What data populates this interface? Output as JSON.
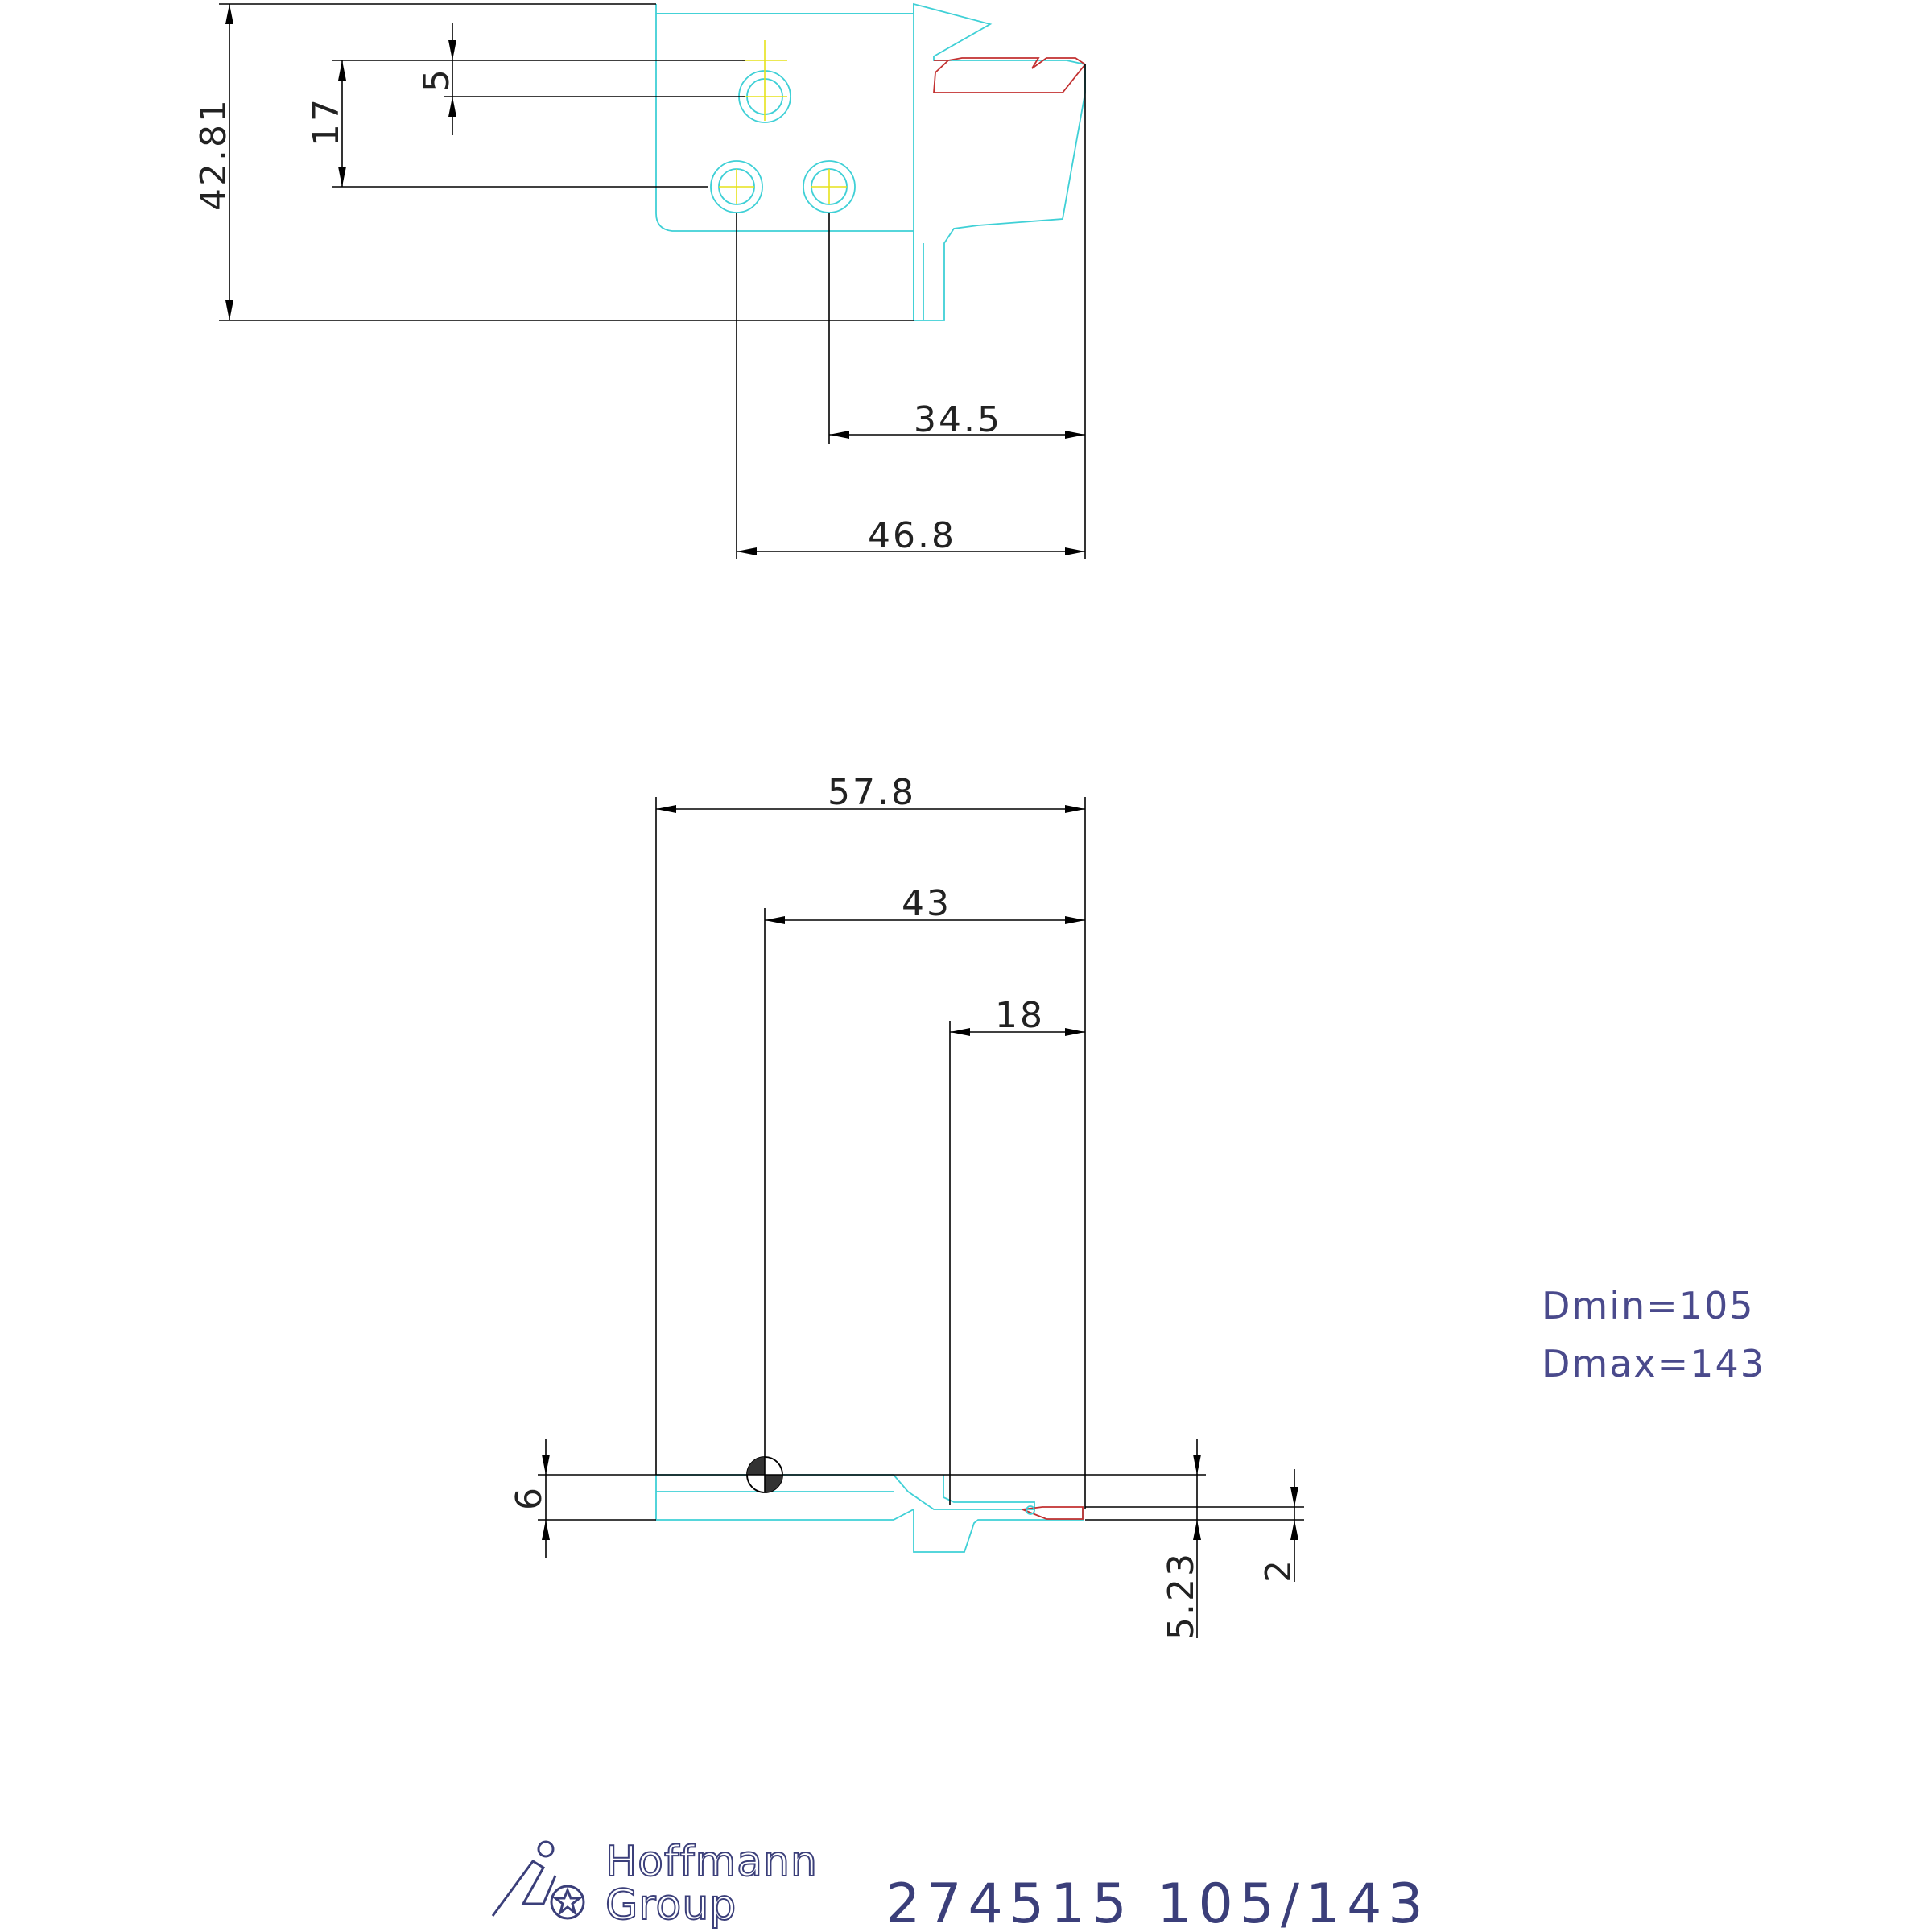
{
  "top_view": {
    "dimensions": {
      "overall_height": "42.81",
      "hole_spacing": "17",
      "hole_offset": "5",
      "hole1_to_tip": "34.5",
      "hole2_to_tip": "46.8"
    }
  },
  "side_view": {
    "dimensions": {
      "overall_length": "57.8",
      "pivot_to_tip": "43",
      "blade_length": "18",
      "shank_height": "6",
      "tip_height": "5.23",
      "insert_width": "2"
    }
  },
  "notes": {
    "dmin": "Dmin=105",
    "dmax": "Dmax=143"
  },
  "title_block": {
    "logo_line1": "Hoffmann",
    "logo_line2": "Group",
    "part_number": "274515 105/143"
  },
  "colors": {
    "part_outline": "#3fd0d6",
    "insert": "#c23030",
    "center_mark": "#e6e21a",
    "dimension": "#000000",
    "note_text": "#4a4a8c"
  }
}
